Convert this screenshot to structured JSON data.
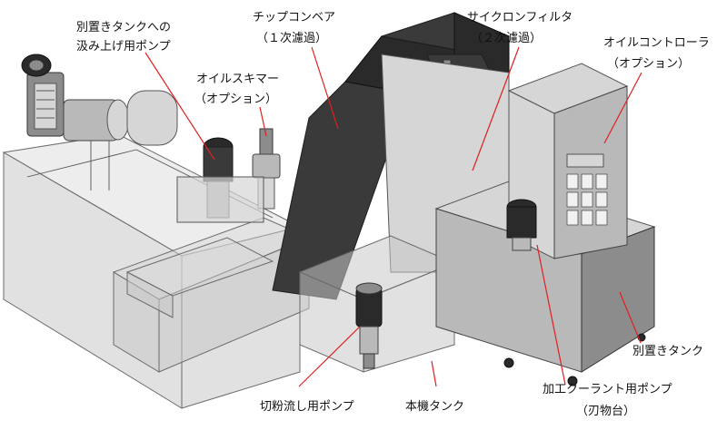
{
  "labels": {
    "transfer_pump_line1": "別置きタンクへの",
    "transfer_pump_line2": "汲み上げ用ポンプ",
    "chip_conveyor_line1": "チップコンベア",
    "chip_conveyor_line2": "（１次濾過）",
    "cyclone_filter_line1": "サイクロンフィルタ",
    "cyclone_filter_line2": "（２次濾過）",
    "oil_controller_line1": "オイルコントローラ",
    "oil_controller_line2": "（オプション）",
    "oil_skimmer_line1": "オイルスキマー",
    "oil_skimmer_line2": "（オプション）",
    "separate_tank": "別置きタンク",
    "coolant_pump_line1": "加工クーラント用ポンプ",
    "coolant_pump_line2": "（刃物台）",
    "chip_flush_pump": "切粉流し用ポンプ",
    "main_tank": "本機タンク"
  },
  "colors": {
    "leader": "#e02020",
    "conveyor": "#3a3a3a",
    "tank_glass": "#c9c9c9",
    "metal": "#b9b9b9"
  }
}
